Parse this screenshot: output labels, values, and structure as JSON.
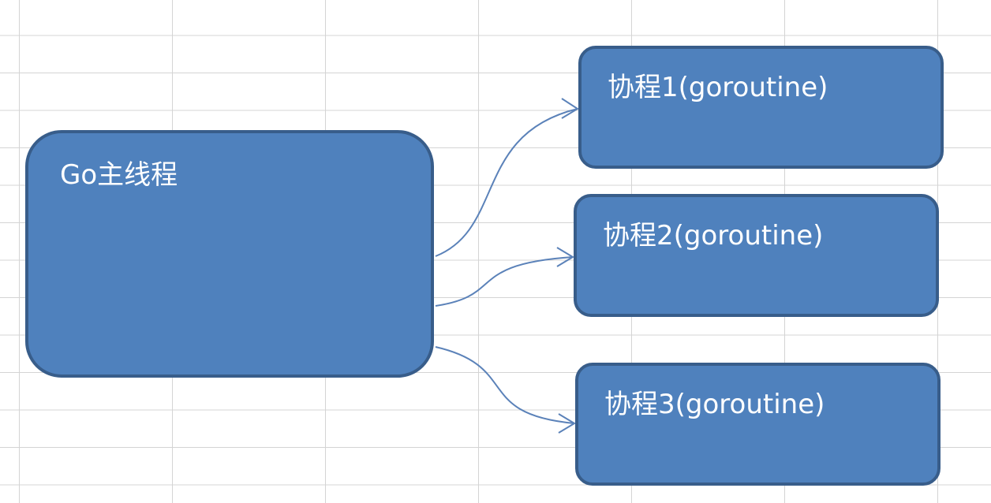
{
  "diagram": {
    "main_thread": {
      "label": "Go主线程"
    },
    "goroutines": [
      {
        "label": "协程1(goroutine)"
      },
      {
        "label": "协程2(goroutine)"
      },
      {
        "label": "协程3(goroutine)"
      }
    ],
    "colors": {
      "node_fill": "#4f81bd",
      "node_border": "#385d8a",
      "arrow": "#5b82b9",
      "grid": "#d4d4d4"
    }
  }
}
